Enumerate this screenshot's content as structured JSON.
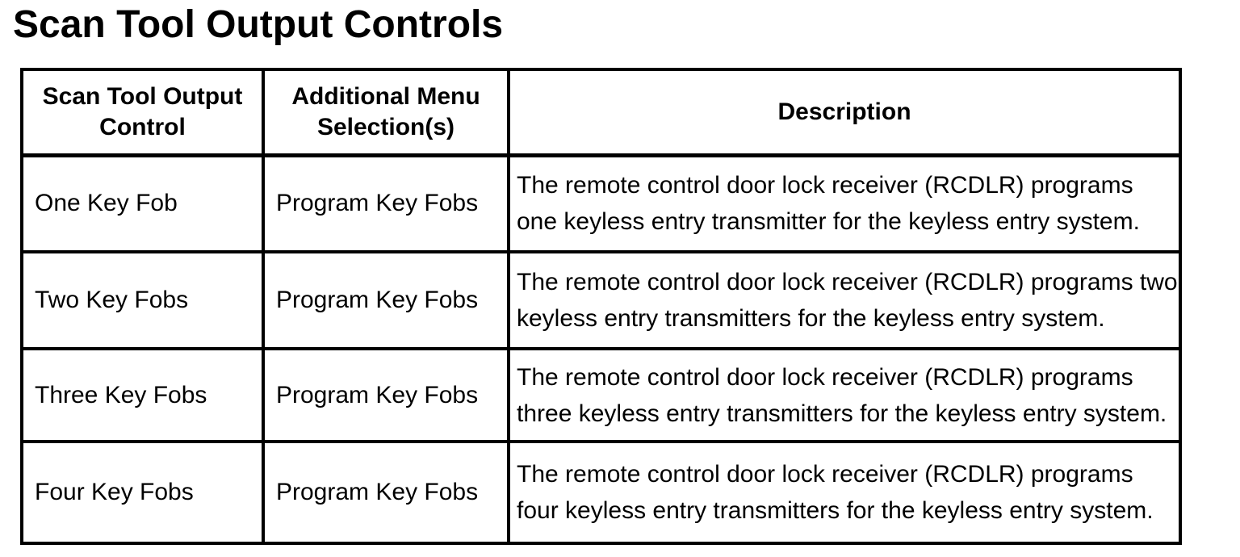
{
  "page_title": "Scan Tool Output Controls",
  "colors": {
    "text": "#000000",
    "background": "#ffffff",
    "border": "#000000"
  },
  "table": {
    "headers": [
      "Scan Tool Output Control",
      "Additional Menu Selection(s)",
      "Description"
    ],
    "rows": [
      {
        "control": "One Key Fob",
        "menu": "Program Key Fobs",
        "description_line1": "The remote control door lock receiver (RCDLR) programs",
        "description_line2": "one keyless entry transmitter for the keyless entry system."
      },
      {
        "control": "Two Key Fobs",
        "menu": "Program Key Fobs",
        "description_line1": "The remote control door lock receiver (RCDLR) programs two",
        "description_line2": "keyless entry transmitters for the keyless entry system."
      },
      {
        "control": "Three Key Fobs",
        "menu": "Program Key Fobs",
        "description_line1": "The remote control door lock receiver (RCDLR) programs",
        "description_line2": "three keyless entry transmitters for the keyless entry system."
      },
      {
        "control": "Four Key Fobs",
        "menu": "Program Key Fobs",
        "description_line1": "The remote control door lock receiver (RCDLR) programs",
        "description_line2": "four keyless entry transmitters for the keyless entry system."
      }
    ]
  }
}
